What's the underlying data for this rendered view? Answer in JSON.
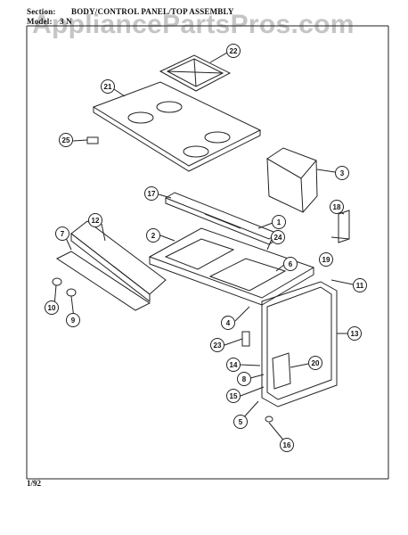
{
  "header": {
    "section_label": "Section:",
    "section_value": "BODY/CONTROL PANEL/TOP ASSEMBLY",
    "model_label": "Model:",
    "model_value": "3 N"
  },
  "watermark": "AppliancePartsPros.com",
  "footer": {
    "date": "1/92"
  },
  "callouts": [
    "22",
    "21",
    "25",
    "3",
    "17",
    "1",
    "18",
    "12",
    "2",
    "24",
    "7",
    "6",
    "19",
    "11",
    "10",
    "9",
    "4",
    "13",
    "23",
    "14",
    "8",
    "20",
    "15",
    "5",
    "16"
  ]
}
